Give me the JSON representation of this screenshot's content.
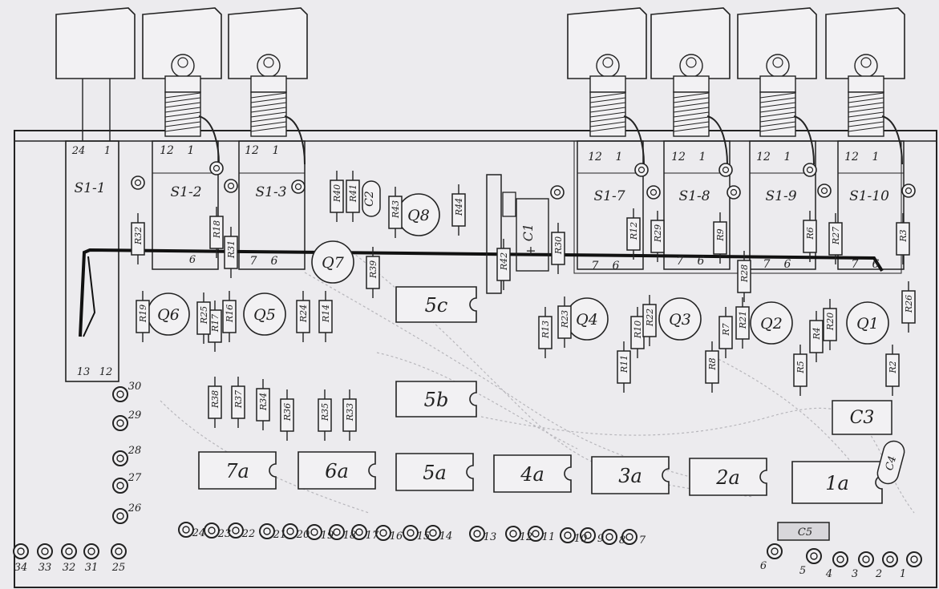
{
  "switch_labels": [
    "S1-1",
    "S1-2",
    "S1-3",
    "S1-7",
    "S1-8",
    "S1-9",
    "S1-10"
  ],
  "pin_top_labels": {
    "left": "12",
    "right": "1",
    "s11_left": "24",
    "s11_right": "1"
  },
  "pin_bottom_labels": {
    "left": "7",
    "right": "6",
    "s12_right": "6",
    "s11_left": "13",
    "s11_right": "12"
  },
  "transistors": [
    "Q1",
    "Q2",
    "Q3",
    "Q4",
    "Q5",
    "Q6",
    "Q7",
    "Q8"
  ],
  "chips": [
    "7a",
    "6a",
    "5a",
    "4a",
    "3a",
    "2a",
    "1a",
    "5b",
    "5c"
  ],
  "capacitors": [
    "C1",
    "C2",
    "C3",
    "C4",
    "C5"
  ],
  "resistors": [
    "R2",
    "R3",
    "R4",
    "R5",
    "R6",
    "R7",
    "R8",
    "R9",
    "R10",
    "R11",
    "R12",
    "R13",
    "R14",
    "R16",
    "R17",
    "R18",
    "R19",
    "R20",
    "R21",
    "R22",
    "R23",
    "R24",
    "R25",
    "R26",
    "R27",
    "R28",
    "R29",
    "R30",
    "R31",
    "R32",
    "R33",
    "R34",
    "R35",
    "R36",
    "R37",
    "R38",
    "R39",
    "R40",
    "R41",
    "R42",
    "R43",
    "R44"
  ],
  "pad_numbers": [
    "1",
    "2",
    "3",
    "4",
    "5",
    "6",
    "7",
    "8",
    "9",
    "10",
    "11",
    "12",
    "13",
    "14",
    "15",
    "16",
    "17",
    "18",
    "19",
    "20",
    "21",
    "22",
    "23",
    "24",
    "25",
    "26",
    "27",
    "28",
    "29",
    "30",
    "31",
    "32",
    "33",
    "34"
  ],
  "c1_polarity": "+"
}
